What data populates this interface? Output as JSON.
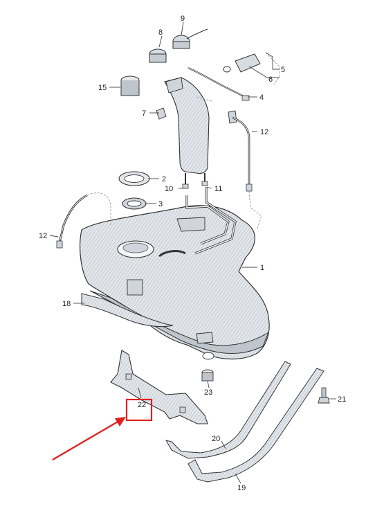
{
  "diagram": {
    "callouts": [
      {
        "id": "c1",
        "label": "1"
      },
      {
        "id": "c2",
        "label": "2"
      },
      {
        "id": "c3",
        "label": "3"
      },
      {
        "id": "c4",
        "label": "4"
      },
      {
        "id": "c5",
        "label": "5"
      },
      {
        "id": "c6",
        "label": "6"
      },
      {
        "id": "c7",
        "label": "7"
      },
      {
        "id": "c8",
        "label": "8"
      },
      {
        "id": "c9",
        "label": "9"
      },
      {
        "id": "c10",
        "label": "10"
      },
      {
        "id": "c11",
        "label": "11"
      },
      {
        "id": "c12a",
        "label": "12"
      },
      {
        "id": "c12b",
        "label": "12"
      },
      {
        "id": "c15",
        "label": "15"
      },
      {
        "id": "c18",
        "label": "18"
      },
      {
        "id": "c19",
        "label": "19"
      },
      {
        "id": "c20",
        "label": "20"
      },
      {
        "id": "c21",
        "label": "21"
      },
      {
        "id": "c22",
        "label": "22"
      },
      {
        "id": "c23",
        "label": "23"
      }
    ],
    "colors": {
      "part_fill": "#dfe3e8",
      "part_hatch": "#b9c0c8",
      "outline": "#333333",
      "leader": "#444444",
      "highlight": "#e02020"
    }
  }
}
